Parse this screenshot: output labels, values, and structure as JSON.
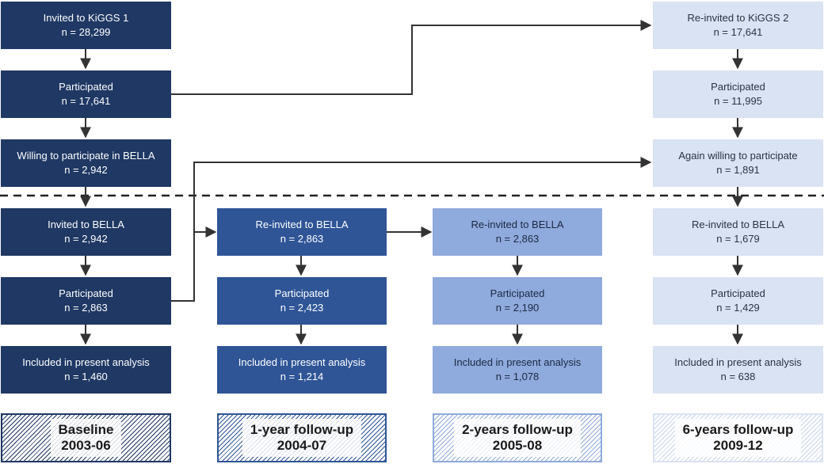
{
  "baseline": {
    "invited_kiggs": {
      "title": "Invited to KiGGS 1",
      "n": "n = 28,299"
    },
    "participated_kiggs": {
      "title": "Participated",
      "n": "n = 17,641"
    },
    "willing_bella": {
      "title": "Willing to participate in BELLA",
      "n": "n = 2,942"
    },
    "invited_bella": {
      "title": "Invited to BELLA",
      "n": "n = 2,942"
    },
    "participated_bella": {
      "title": "Participated",
      "n": "n = 2,863"
    },
    "included": {
      "title": "Included in present analysis",
      "n": "n = 1,460"
    }
  },
  "followup1": {
    "reinvited": {
      "title": "Re-invited to BELLA",
      "n": "n = 2,863"
    },
    "participated": {
      "title": "Participated",
      "n": "n = 2,423"
    },
    "included": {
      "title": "Included in present analysis",
      "n": "n = 1,214"
    }
  },
  "followup2": {
    "reinvited": {
      "title": "Re-invited to BELLA",
      "n": "n = 2,863"
    },
    "participated": {
      "title": "Participated",
      "n": "n = 2,190"
    },
    "included": {
      "title": "Included in present analysis",
      "n": "n = 1,078"
    }
  },
  "followup6": {
    "reinvited_kiggs": {
      "title": "Re-invited to KiGGS 2",
      "n": "n = 17,641"
    },
    "participated_kiggs": {
      "title": "Participated",
      "n": "n = 11,995"
    },
    "again_willing": {
      "title": "Again willing to participate",
      "n": "n = 1,891"
    },
    "reinvited_bella": {
      "title": "Re-invited to BELLA",
      "n": "n = 1,679"
    },
    "participated_bella": {
      "title": "Participated",
      "n": "n = 1,429"
    },
    "included": {
      "title": "Included in present analysis",
      "n": "n = 638"
    }
  },
  "labels": [
    {
      "name": "Baseline",
      "years": "2003-06"
    },
    {
      "name": "1-year follow-up",
      "years": "2004-07"
    },
    {
      "name": "2-years follow-up",
      "years": "2005-08"
    },
    {
      "name": "6-years follow-up",
      "years": "2009-12"
    }
  ],
  "colors": {
    "baseline": "#1f3864",
    "followup1": "#2f5597",
    "followup2": "#8faadc",
    "followup6": "#dae3f3",
    "arrow": "#333333"
  }
}
